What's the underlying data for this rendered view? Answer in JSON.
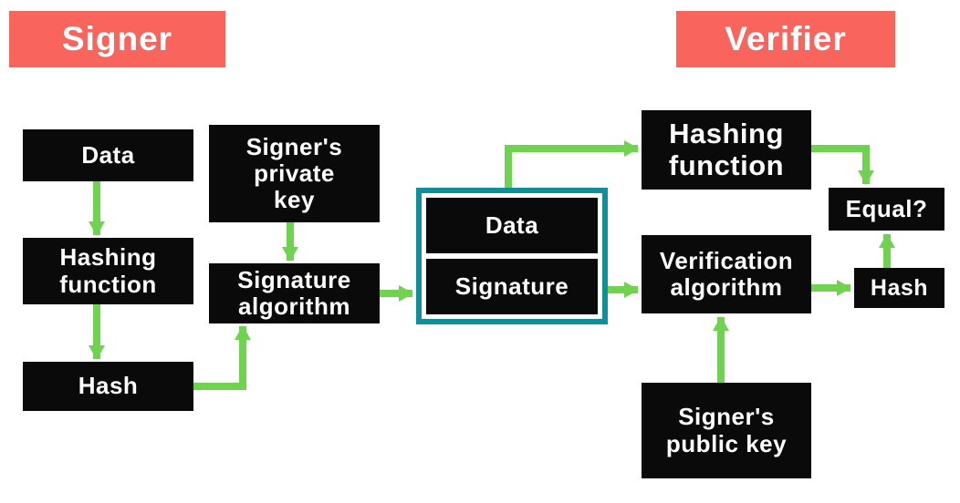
{
  "headers": {
    "signer": "Signer",
    "verifier": "Verifier"
  },
  "signer_flow": {
    "data": "Data",
    "hashing_function": "Hashing\nfunction",
    "hash": "Hash",
    "private_key": "Signer's\nprivate\nkey",
    "signature_algorithm": "Signature\nalgorithm"
  },
  "package": {
    "data": "Data",
    "signature": "Signature"
  },
  "verifier_flow": {
    "hashing_function": "Hashing\nfunction",
    "verification_algorithm": "Verification\nalgorithm",
    "equal": "Equal?",
    "hash": "Hash",
    "public_key": "Signer's\npublic key"
  },
  "colors": {
    "header_red": "#F9655D",
    "box_black": "#0A0A0A",
    "arrow_green": "#70D350",
    "package_teal": "#0F8F9A",
    "background": "#FFFFFF"
  }
}
